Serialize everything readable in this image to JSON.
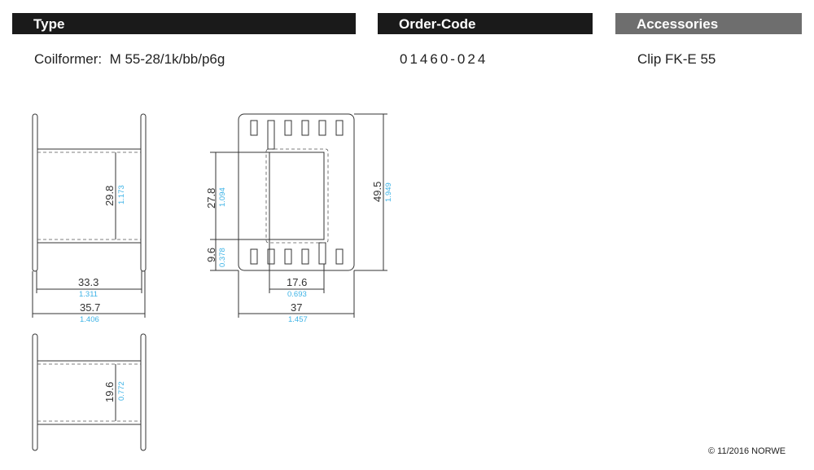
{
  "headers": {
    "type": "Type",
    "order_code": "Order-Code",
    "accessories": "Accessories"
  },
  "row": {
    "type": "Coilformer:  M 55-28/1k/bb/p6g",
    "order_code": "01460-024",
    "accessories": "Clip FK-E 55"
  },
  "colors": {
    "header_dark": "#1a1a1a",
    "header_grey": "#6e6e6e",
    "inch_blue": "#3db3e6"
  },
  "dims": {
    "side_height": {
      "mm": "29.8",
      "in": "1.173"
    },
    "inner_width": {
      "mm": "33.3",
      "in": "1.311"
    },
    "outer_width": {
      "mm": "35.7",
      "in": "1.406"
    },
    "side2_height": {
      "mm": "19.6",
      "in": "0.772"
    },
    "window_height": {
      "mm": "27.8",
      "in": "1.094"
    },
    "base_height": {
      "mm": "9.6",
      "in": "0.378"
    },
    "total_height": {
      "mm": "49.5",
      "in": "1.949"
    },
    "window_width": {
      "mm": "17.6",
      "in": "0.693"
    },
    "total_width": {
      "mm": "37",
      "in": "1.457"
    }
  },
  "footer": "© 11/2016 NORWE"
}
